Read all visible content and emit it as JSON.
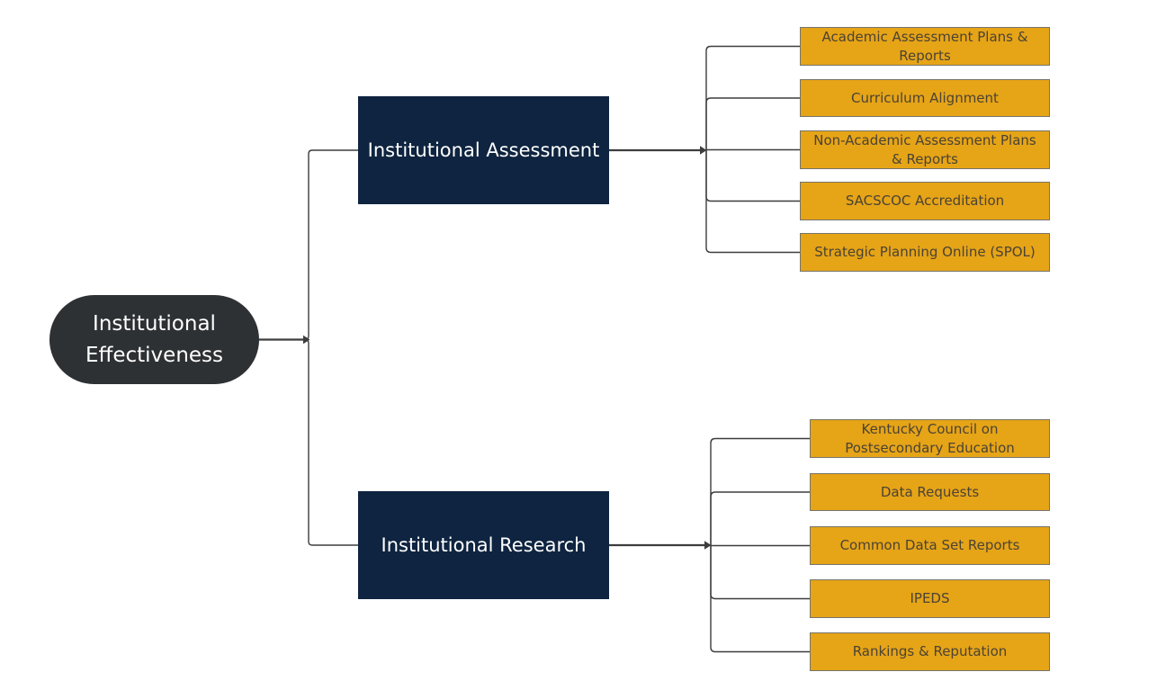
{
  "root": {
    "label": "Institutional Effectiveness"
  },
  "branches": [
    {
      "label": "Institutional Assessment",
      "children": [
        {
          "label": "Academic Assessment Plans & Reports"
        },
        {
          "label": "Curriculum Alignment"
        },
        {
          "label": "Non-Academic Assessment Plans & Reports"
        },
        {
          "label": "SACSCOC Accreditation"
        },
        {
          "label": "Strategic Planning Online (SPOL)"
        }
      ]
    },
    {
      "label": "Institutional Research",
      "children": [
        {
          "label": "Kentucky Council on Postsecondary Education"
        },
        {
          "label": "Data Requests"
        },
        {
          "label": "Common Data Set Reports"
        },
        {
          "label": "IPEDS"
        },
        {
          "label": "Rankings & Reputation"
        }
      ]
    }
  ],
  "colors": {
    "background": "#ffffff",
    "root-fill": "#2e3134",
    "branch-fill": "#0e2440",
    "leaf-fill": "#e6a417",
    "leaf-border": "#76746a",
    "leaf-text": "#4a4334",
    "node-text": "#ffffff",
    "edge": "#3d3d3d"
  }
}
